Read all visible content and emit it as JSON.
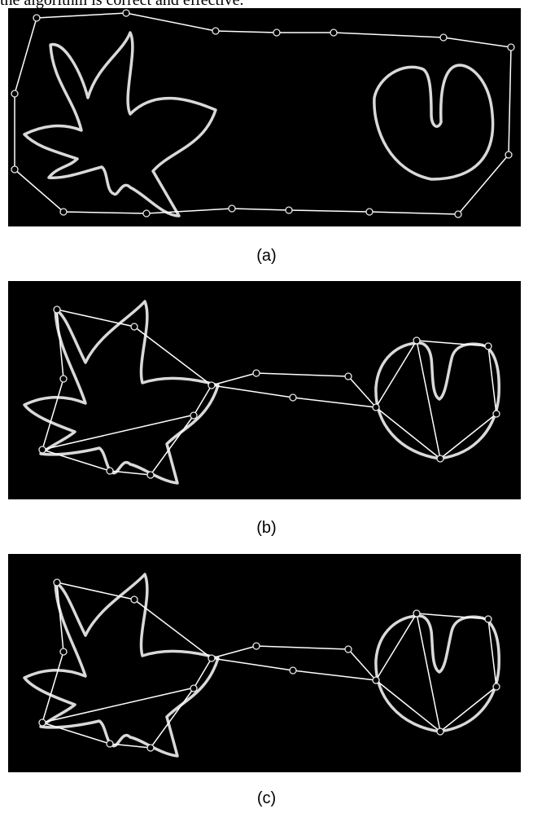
{
  "intro_text": "the algorithm is correct and effective.",
  "panels": [
    {
      "caption": "(a)"
    },
    {
      "caption": "(b)"
    },
    {
      "caption": "(c)"
    }
  ]
}
